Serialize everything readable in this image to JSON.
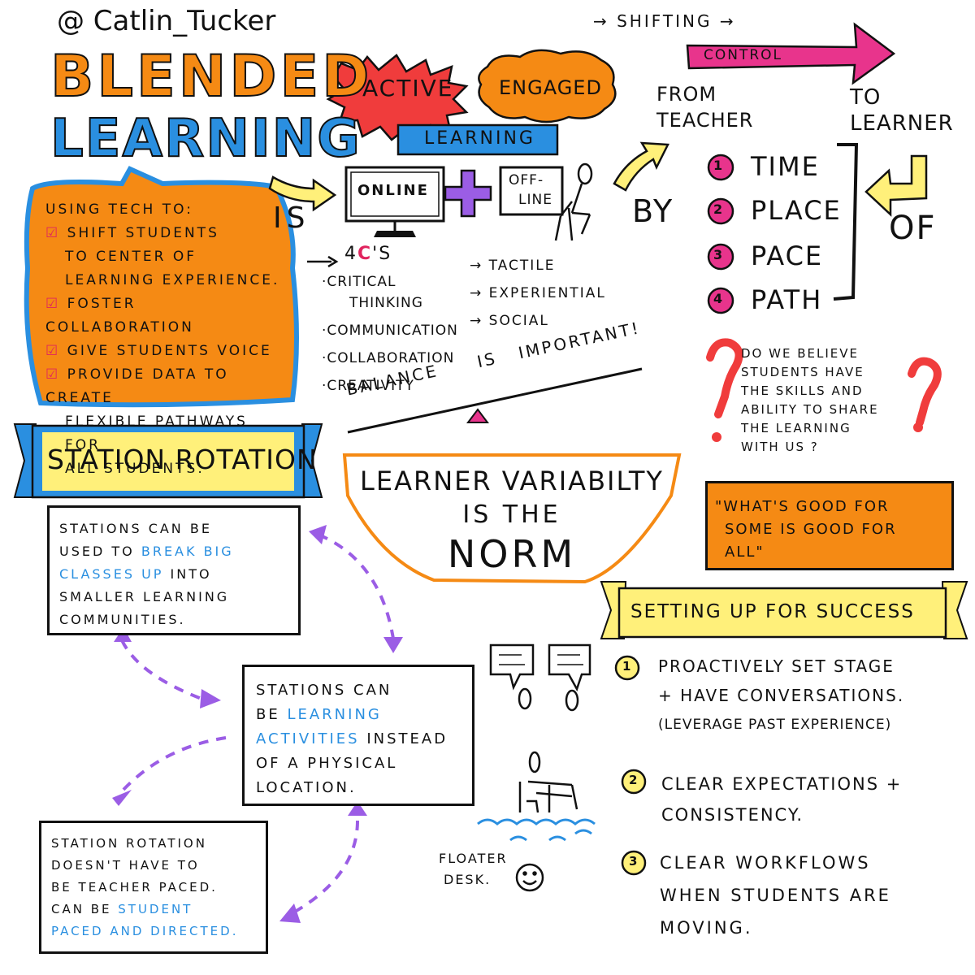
{
  "author": "@ Catlin_Tucker",
  "title": {
    "line1": "BLENDED",
    "line2": "LEARNING"
  },
  "is_label": "IS",
  "active_label": "ACTIVE",
  "engaged_label": "ENGAGED",
  "learning_banner": "LEARNING",
  "online_label": "ONLINE",
  "plus_sign": "+",
  "offline_label": {
    "line1": "OFF-",
    "line2": "LINE"
  },
  "using_tech": {
    "heading": "USING TECH TO:",
    "items": [
      {
        "line1": "SHIFT STUDENTS",
        "line2": "TO CENTER OF",
        "line3": "LEARNING EXPERIENCE."
      },
      {
        "line1": "FOSTER COLLABORATION"
      },
      {
        "line1": "GIVE STUDENTS VOICE"
      },
      {
        "line1": "PROVIDE DATA TO CREATE",
        "line2": "FLEXIBLE PATHWAYS FOR",
        "line3": "ALL STUDENTS."
      }
    ],
    "check": "☑"
  },
  "four_cs": {
    "heading_prefix": "4",
    "heading_c": "C",
    "heading_suffix": "'s",
    "items": [
      {
        "line1": "·CRITICAL",
        "line2": "THINKING"
      },
      {
        "line1": "·COMMUNICATION"
      },
      {
        "line1": "·COLLABORATION"
      },
      {
        "line1": "·CREATIVITY"
      }
    ],
    "arrows": [
      "→ TACTILE",
      "→ EXPERIENTIAL",
      "→ SOCIAL"
    ]
  },
  "balance": {
    "text1": "BALANCE",
    "text2": "IS",
    "text3": "IMPORTANT!"
  },
  "shifting": {
    "label": "→ SHIFTING →",
    "control": "CONTROL",
    "from_line1": "FROM",
    "from_line2": "TEACHER",
    "to_line1": "TO",
    "to_line2": "LEARNER",
    "by": "BY",
    "of": "OF"
  },
  "shift_list": [
    {
      "num": "1",
      "label": "TIME"
    },
    {
      "num": "2",
      "label": "PLACE"
    },
    {
      "num": "3",
      "label": "PACE"
    },
    {
      "num": "4",
      "label": "PATH"
    }
  ],
  "question": {
    "mark": "?",
    "lines": [
      "DO WE BELIEVE",
      "STUDENTS HAVE",
      "THE SKILLS AND",
      "ABILITY TO SHARE",
      "THE LEARNING",
      "WITH US ?"
    ]
  },
  "station_banner": "STATION ROTATION",
  "variability": {
    "line1": "LEARNER VARIABILTY",
    "line2": "IS THE",
    "line3": "NORM"
  },
  "quote": {
    "line1": "\"WHAT'S GOOD FOR",
    "line2": "SOME IS GOOD FOR",
    "line3": "ALL\""
  },
  "box1": {
    "p1": "STATIONS CAN BE",
    "p2a": "USED TO ",
    "p2b": "BREAK BIG",
    "p3a": "CLASSES UP",
    "p3b": " INTO",
    "p4": "SMALLER LEARNING",
    "p5": "COMMUNITIES."
  },
  "box2": {
    "p1": "STATIONS CAN",
    "p2a": "BE ",
    "p2b": "LEARNING",
    "p3a": "ACTIVITIES",
    "p3b": " INSTEAD",
    "p4": "OF A PHYSICAL",
    "p5": "LOCATION."
  },
  "box3": {
    "p1": "STATION ROTATION",
    "p2": "DOESN'T HAVE TO",
    "p3": "BE TEACHER PACED.",
    "p4a": "CAN BE ",
    "p4b": "STUDENT",
    "p5": "PACED AND DIRECTED."
  },
  "success": {
    "banner": "SETTING UP FOR SUCCESS",
    "items": [
      {
        "num": "1",
        "line1": "PROACTIVELY SET STAGE",
        "line2": "+ HAVE CONVERSATIONS.",
        "line3": "(LEVERAGE PAST EXPERIENCE)"
      },
      {
        "num": "2",
        "line1": "CLEAR EXPECTATIONS +",
        "line2": "CONSISTENCY."
      },
      {
        "num": "3",
        "line1": "CLEAR WORKFLOWS",
        "line2": "WHEN STUDENTS ARE",
        "line3": "MOVING."
      }
    ]
  },
  "floater": {
    "line1": "FLOATER",
    "line2": "DESK."
  },
  "colors": {
    "blue": "#2a8fe0",
    "orange": "#f58a14",
    "red": "#f03c3c",
    "pink": "#e8348c",
    "yellow": "#fff07a",
    "purple": "#9b5de5",
    "banner_blue": "#2a8fe0"
  }
}
